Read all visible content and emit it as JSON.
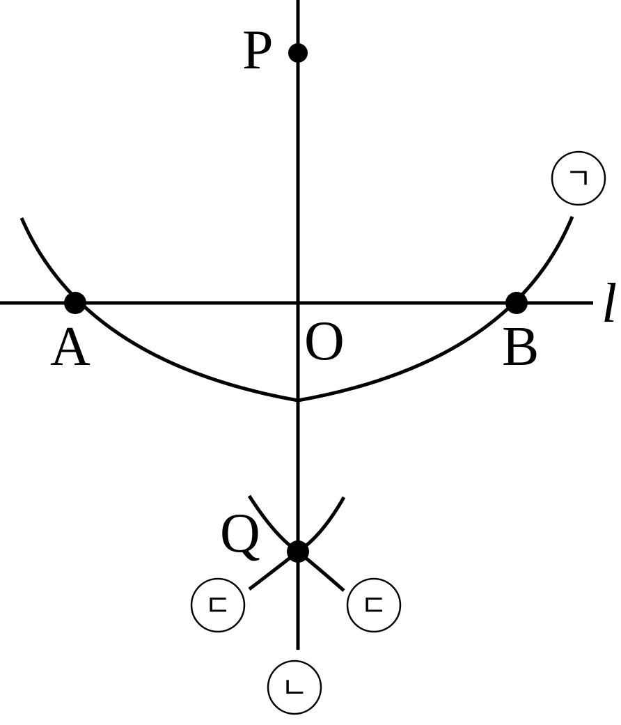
{
  "labels": {
    "P": "P",
    "O": "O",
    "A": "A",
    "B": "B",
    "Q": "Q",
    "line_l": "l"
  },
  "marks": {
    "arc_main": "ㄱ",
    "perpendicular": "ㄴ",
    "arc_left": "ㄷ",
    "arc_right": "ㄷ"
  }
}
